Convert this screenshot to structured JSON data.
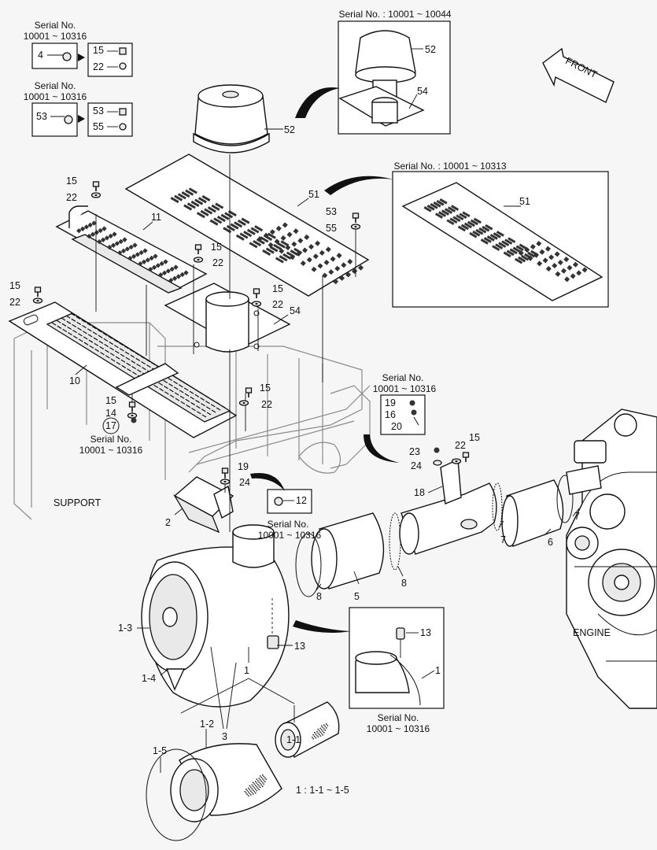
{
  "diagram": {
    "front_label": "FRONT",
    "support_label": "SUPPORT",
    "engine_label": "ENGINE",
    "footnote": "1 : 1-1 ~ 1-5",
    "serial_insets": {
      "bolt_4": {
        "line1": "Serial No.",
        "line2": "10001 ~ 10316",
        "before": "4",
        "after_bolt": "15",
        "after_washer": "22"
      },
      "bolt_53": {
        "line1": "Serial No.",
        "line2": "10001 ~ 10316",
        "before": "53",
        "after_bolt": "53",
        "after_washer": "55"
      },
      "precleaner": {
        "title": "Serial No. : 10001 ~ 10044",
        "part_a": "52",
        "part_b": "54"
      },
      "grille": {
        "title": "Serial No. : 10001 ~ 10313",
        "part": "51"
      },
      "bracket_hw": {
        "line1": "Serial No.",
        "line2": "10001 ~ 10316",
        "p1": "19",
        "p2": "16",
        "p3": "20"
      },
      "bolt_12": {
        "part": "12",
        "line1": "Serial No.",
        "line2": "10001 ~ 10316"
      },
      "bolt_17": {
        "line1": "Serial No.",
        "line2": "10001 ~ 10316"
      },
      "fitting_13": {
        "p1": "13",
        "p2": "1",
        "line1": "Serial No.",
        "line2": "10001 ~ 10316"
      }
    },
    "part_labels": [
      "52",
      "51",
      "11",
      "10",
      "54",
      "15",
      "22",
      "53",
      "55",
      "14",
      "17",
      "19",
      "24",
      "2",
      "12",
      "1-3",
      "1-4",
      "3",
      "1",
      "13",
      "1-1",
      "1-2",
      "1-5",
      "8",
      "5",
      "18",
      "23",
      "7",
      "6"
    ]
  }
}
